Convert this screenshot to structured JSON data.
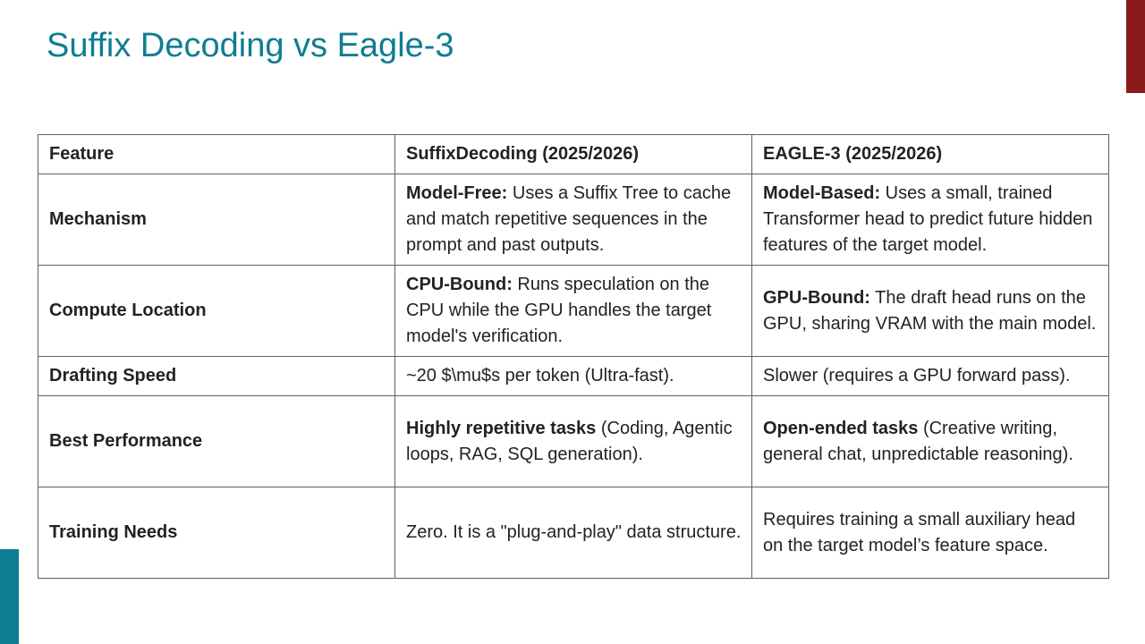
{
  "slide": {
    "title": "Suffix Decoding vs Eagle-3"
  },
  "table": {
    "headers": [
      "Feature",
      "SuffixDecoding (2025/2026)",
      "EAGLE-3 (2025/2026)"
    ],
    "rows": [
      {
        "feature": "Mechanism",
        "suffix": {
          "lead": "Model-Free:",
          "text": " Uses a Suffix Tree to cache and match repetitive sequences in the prompt and past outputs."
        },
        "eagle": {
          "lead": "Model-Based:",
          "text": " Uses a small, trained Transformer head to predict future hidden features of the target model."
        }
      },
      {
        "feature": "Compute Location",
        "suffix": {
          "lead": "CPU-Bound:",
          "text": " Runs speculation on the CPU while the GPU handles the target model's verification."
        },
        "eagle": {
          "lead": "GPU-Bound:",
          "text": " The draft head runs on the GPU, sharing VRAM with the main model."
        }
      },
      {
        "feature": "Drafting Speed",
        "suffix": {
          "lead": "",
          "text": "~20 $\\mu$s per token (Ultra-fast)."
        },
        "eagle": {
          "lead": "",
          "text": "Slower (requires a GPU forward pass)."
        }
      },
      {
        "feature": "Best Performance",
        "suffix": {
          "lead": "Highly repetitive tasks",
          "text": " (Coding, Agentic loops, RAG, SQL generation)."
        },
        "eagle": {
          "lead": "Open-ended tasks",
          "text": " (Creative writing, general chat, unpredictable reasoning)."
        }
      },
      {
        "feature": "Training Needs",
        "suffix": {
          "lead": "",
          "text": "Zero. It is a \"plug-and-play\" data structure."
        },
        "eagle": {
          "lead": "",
          "text": "Requires training a small auxiliary head on the target model’s feature space."
        }
      }
    ]
  },
  "colors": {
    "title": "#0e7d92",
    "accent_red": "#8b1a1a",
    "accent_teal": "#0e7d92",
    "table_border": "#6d5d57"
  }
}
